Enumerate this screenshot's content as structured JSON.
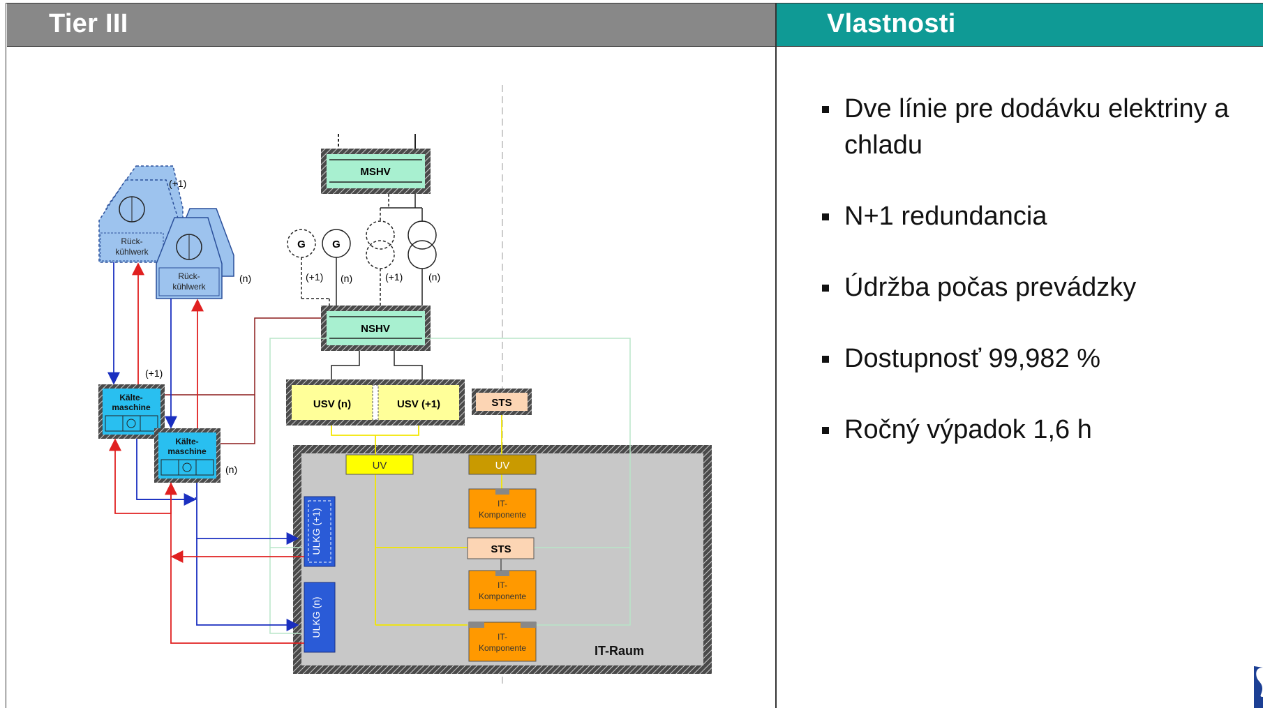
{
  "header": {
    "left_title": "Tier III",
    "right_title": "Vlastnosti"
  },
  "bullets": [
    "Dve línie pre dodávku elektriny a chladu",
    "N+1 redundancia",
    "Údržba počas prevádzky",
    "Dostupnosť 99,982 %",
    "Ročný výpadok 1,6 h"
  ],
  "diagram": {
    "mshv": "MSHV",
    "nshv": "NSHV",
    "generator": "G",
    "usv_n": "USV (n)",
    "usv_plus1": "USV (+1)",
    "sts": "STS",
    "uv": "UV",
    "it_komponente_1": "IT-",
    "it_komponente_2": "Komponente",
    "ulkg_plus1": "ULKG (+1)",
    "ulkg_n": "ULKG (n)",
    "it_raum": "IT-Raum",
    "rueck_1": "Rück-",
    "rueck_2": "kühlwerk",
    "kaelte_1": "Kälte-",
    "kaelte_2": "maschine",
    "plus1": "(+1)",
    "n": "(n)"
  },
  "colors": {
    "header_gray": "#888888",
    "header_teal": "#0f9a95",
    "switchgear_green": "#a8f0d0",
    "usv_yellow": "#ffff99",
    "sts_peach": "#fcd5b4",
    "uv_yellow": "#ffff00",
    "uv_olive": "#c99a00",
    "it_orange": "#ff9900",
    "ulkg_blue": "#2a5bd7",
    "kaelte_cyan": "#29bff0",
    "rueck_lightblue": "#9dc3ee",
    "room_gray": "#c8c8c8",
    "pipe_red": "#e02020",
    "pipe_blue": "#1a2fc0",
    "power_dark": "#8b1a1a"
  }
}
